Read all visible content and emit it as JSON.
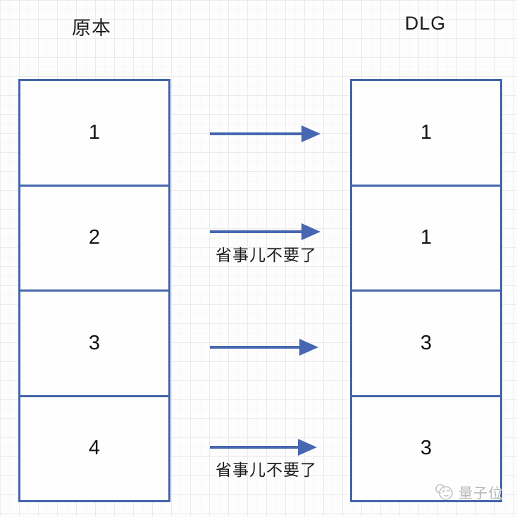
{
  "diagram": {
    "left": {
      "title": "原本",
      "cells": [
        "1",
        "2",
        "3",
        "4"
      ]
    },
    "right": {
      "title": "DLG",
      "cells": [
        "1",
        "1",
        "3",
        "3"
      ]
    },
    "arrows": [
      {
        "label": ""
      },
      {
        "label": "省事儿不要了"
      },
      {
        "label": ""
      },
      {
        "label": "省事儿不要了"
      }
    ]
  },
  "watermark": {
    "text": "量子位",
    "icon": "qbitai-logo-icon"
  },
  "colors": {
    "box_border": "#4565ab",
    "arrow": "#4767b2",
    "text": "#1c1c1c",
    "watermark": "#b5b5b5",
    "background": "#fdfdfd",
    "grid_major": "#ebebeb",
    "grid_minor": "#f6f6f6"
  }
}
